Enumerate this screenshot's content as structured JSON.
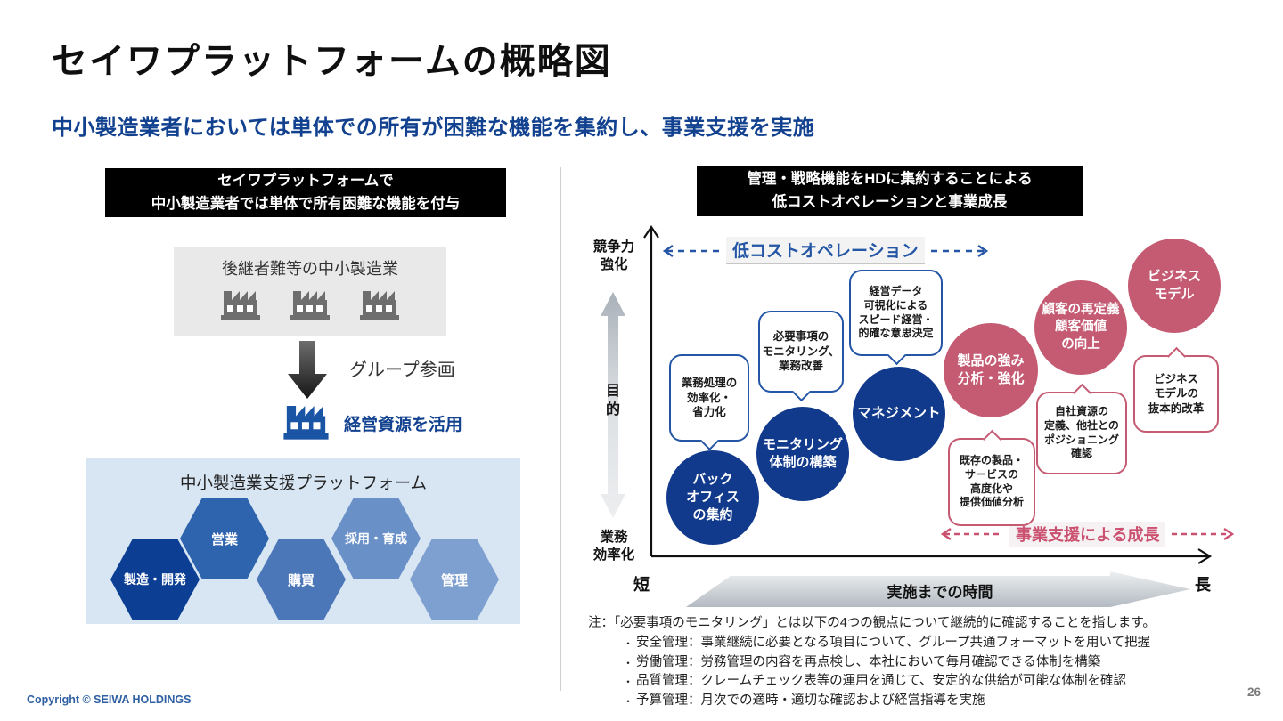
{
  "page": {
    "title": "セイワプラットフォームの概略図",
    "subtitle": "中小製造業者においては単体での所有が困難な機能を集約し、事業支援を実施",
    "copyright": "Copyright © SEIWA HOLDINGS",
    "page_number": "26"
  },
  "left_panel": {
    "header_line1": "セイワプラットフォームで",
    "header_line2": "中小製造業者では単体で所有困難な機能を付与",
    "smb_box_label": "後継者難等の中小製造業",
    "group_join_label": "グループ参画",
    "resource_label": "経営資源を活用",
    "platform_title": "中小製造業支援プラットフォーム",
    "hexagons": [
      {
        "label": "製造・開発"
      },
      {
        "label": "営業"
      },
      {
        "label": "購買"
      },
      {
        "label": "採用・育成"
      },
      {
        "label": "管理"
      }
    ]
  },
  "right_panel": {
    "header_line1": "管理・戦略機能をHDに集約することによる",
    "header_line2": "低コストオペレーションと事業成長",
    "cost_operation_label": "低コストオペレーション",
    "growth_label": "事業支援による成長",
    "axis": {
      "y_top_line1": "競争力",
      "y_top_line2": "強化",
      "y_mid_line1": "目",
      "y_mid_line2": "的",
      "y_bottom_line1": "業務",
      "y_bottom_line2": "効率化",
      "x_left": "短",
      "x_label": "実施までの時間",
      "x_right": "長"
    },
    "blue_circles": [
      {
        "lines": [
          "バック",
          "オフィス",
          "の集約"
        ]
      },
      {
        "lines": [
          "モニタリング",
          "体制の構築"
        ]
      },
      {
        "lines": [
          "マネジメント"
        ]
      }
    ],
    "pink_circles": [
      {
        "lines": [
          "製品の強み",
          "分析・強化"
        ]
      },
      {
        "lines": [
          "顧客の再定義",
          "顧客価値",
          "の向上"
        ]
      },
      {
        "lines": [
          "ビジネス",
          "モデル"
        ]
      }
    ],
    "blue_bubbles": [
      {
        "lines": [
          "業務処理の",
          "効率化・",
          "省力化"
        ]
      },
      {
        "lines": [
          "必要事項の",
          "モニタリング、",
          "業務改善"
        ]
      },
      {
        "lines": [
          "経営データ",
          "可視化による",
          "スピード経営・",
          "的確な意思決定"
        ]
      }
    ],
    "pink_bubbles": [
      {
        "lines": [
          "既存の製品・",
          "サービスの",
          "高度化や",
          "提供価値分析"
        ]
      },
      {
        "lines": [
          "自社資源の",
          "定義、他社との",
          "ポジショニング",
          "確認"
        ]
      },
      {
        "lines": [
          "ビジネス",
          "モデルの",
          "抜本的改革"
        ]
      }
    ]
  },
  "notes": {
    "title": "注：「必要事項のモニタリング」とは以下の4つの観点について継続的に確認することを指します。",
    "marker": "・",
    "items": [
      "安全管理：事業継続に必要となる項目について、グループ共通フォーマットを用いて把握",
      "労働管理：労務管理の内容を再点検し、本社において毎月確認できる体制を構築",
      "品質管理：クレームチェック表等の運用を通じて、安定的な供給が可能な体制を確認",
      "予算管理：月次での適時・適切な確認および経営指導を実施"
    ]
  },
  "colors": {
    "accent_blue": "#11418f",
    "navy_circle": "#113a8c",
    "bubble_blue_border": "#2456a5",
    "pink_circle": "#c45b73",
    "platform_panel_blue": "#d8e6f4",
    "hexagon_shades": [
      "#0c3f94",
      "#2e63ae",
      "#4b77b9",
      "#6a90c8",
      "#7ea0d1"
    ],
    "header_black": "#000000",
    "factory_gray": "#6e6e6e",
    "factory_blue": "#1a55a5"
  }
}
